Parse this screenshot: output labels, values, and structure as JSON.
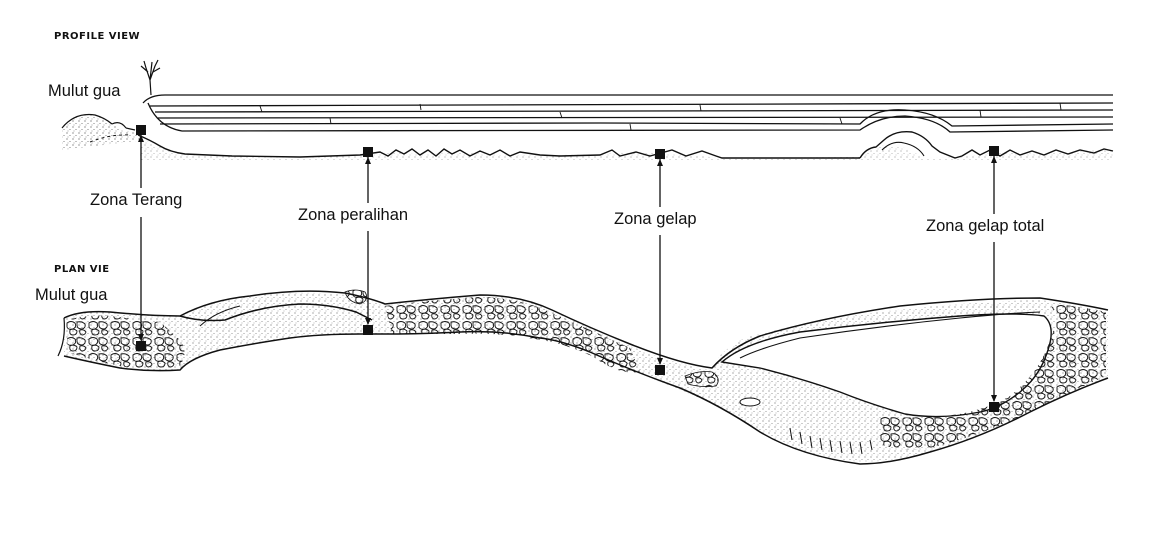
{
  "sections": {
    "profile": "PROFILE VIEW",
    "plan": "PLAN VIE"
  },
  "labels": {
    "mouth_profile": "Mulut gua",
    "mouth_plan": "Mulut gua"
  },
  "zones": [
    {
      "name": "Zona Terang"
    },
    {
      "name": "Zona peralihan"
    },
    {
      "name": "Zona gelap"
    },
    {
      "name": "Zona gelap total"
    }
  ],
  "colors": {
    "ink": "#111111",
    "background": "#ffffff",
    "stipple": "#555555"
  }
}
